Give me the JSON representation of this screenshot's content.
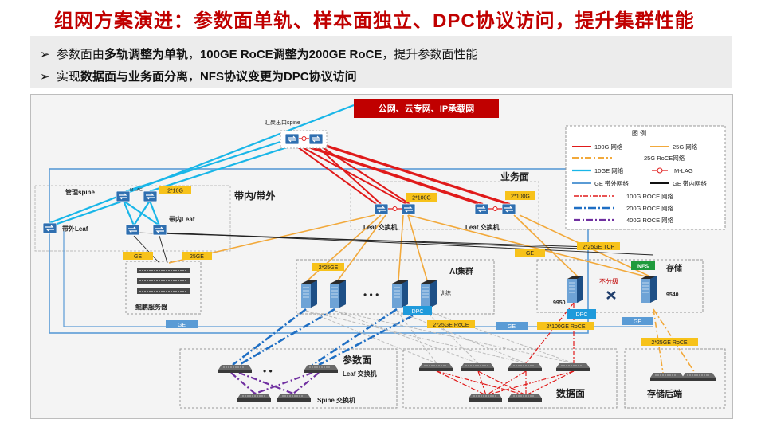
{
  "title": "组网方案演进：参数面单轨、样本面独立、DPC协议访问，提升集群性能",
  "bullets": [
    {
      "marker": "➢",
      "p1": "参数面由",
      "b1": "多轨调整为单轨",
      "p2": "，",
      "b2": "100GE RoCE调整为200GE RoCE",
      "p3": "，提升参数面性能"
    },
    {
      "marker": "➢",
      "p1": "实现",
      "b1": "数据面与业务面分离",
      "p2": "，",
      "b2": "NFS协议变更为DPC协议访问",
      "p3": ""
    }
  ],
  "diagram": {
    "internet_box": "公网、云专网、IP承载网",
    "nodes": {
      "agg_spine": "汇聚出口spine",
      "mgmt_spine": "管理spine",
      "oob_leaf": "带外Leaf",
      "inband_leaf": "带内Leaf",
      "inband_oob": "带内/带外",
      "service_plane": "业务面",
      "leaf_switch_1": "Leaf 交换机",
      "leaf_switch_2": "Leaf 交换机",
      "kunpeng_servers": "鲲鹏服务器",
      "ai_cluster": "AI集群",
      "training": "训练",
      "storage": "存储",
      "no_tier": "不分级",
      "model_9950": "9950",
      "model_9540": "9540",
      "param_plane": "参数面",
      "leaf_switch_3": "Leaf 交换机",
      "spine_switch": "Spine 交换机",
      "data_plane": "数据面",
      "storage_backend": "存储后端",
      "dots_1": "• • •",
      "dots_2": "• •",
      "dots_3": "• • •"
    },
    "tags": {
      "t_2x10g": "2*10G",
      "t_2x100g_a": "2*100G",
      "t_2x100g_b": "2*100G",
      "t_ge_1": "GE",
      "t_25ge": "25GE",
      "t_ge_2": "GE",
      "t_2x25ge_tcp": "2*25GE TCP",
      "t_nfs": "NFS",
      "t_2x25ge": "2*25GE",
      "t_dpc_1": "DPC",
      "t_dpc_2": "DPC",
      "t_2x25ge_roce_1": "2*25GE RoCE",
      "t_ge_3": "GE",
      "t_ge_4": "GE",
      "t_ge_5": "GE",
      "t_2x100ge_roce": "2*100GE RoCE",
      "t_2x25ge_roce_2": "2*25GE RoCE",
      "t_mlag_small": "M-LAG"
    },
    "legend": {
      "title": "图 例",
      "items": [
        {
          "label": "100G 网络",
          "color": "#e01a1a"
        },
        {
          "label": "25G 网络",
          "color": "#f2a93b"
        },
        {
          "label": "25G RoCE网络",
          "color": "#f2a93b"
        },
        {
          "label": "10GE 网络",
          "color": "#19b6e8"
        },
        {
          "label": "M-LAG",
          "color": "#e01a1a"
        },
        {
          "label": "GE 带外网络",
          "color": "#5a9bd5"
        },
        {
          "label": "GE 带内网络",
          "color": "#111111"
        },
        {
          "label": "100G ROCE 网络",
          "color": "#e01a1a"
        },
        {
          "label": "200G ROCE 网络",
          "color": "#1f6fc4"
        },
        {
          "label": "400G ROCE 网络",
          "color": "#7030a0"
        }
      ]
    },
    "colors": {
      "red": "#c00000",
      "orange": "#f2a93b",
      "cyan": "#19b6e8",
      "blue": "#1f6fc4",
      "steel": "#5a9bd5",
      "purple": "#7030a0",
      "nfs_green": "#1f9a3c"
    }
  }
}
